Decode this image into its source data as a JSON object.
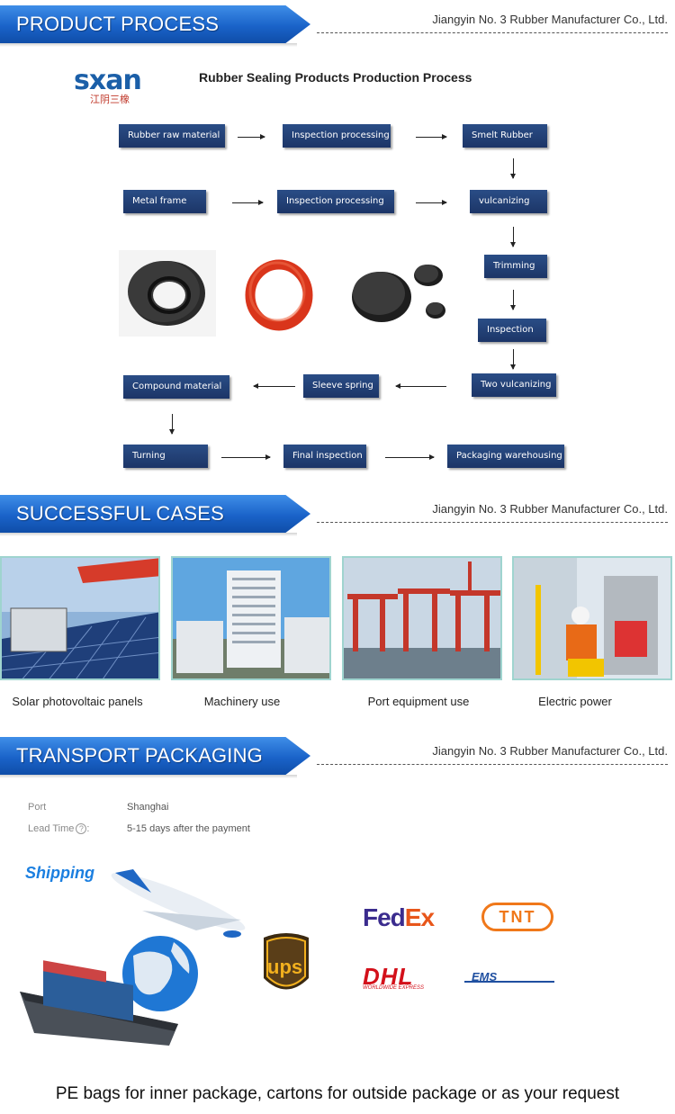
{
  "company": "Jiangyin No. 3 Rubber Manufacturer Co., Ltd.",
  "sections": {
    "process": "PRODUCT PROCESS",
    "cases": "SUCCESSFUL CASES",
    "transport": "TRANSPORT PACKAGING"
  },
  "logo": {
    "text": "sxan",
    "sub": "江阴三橡"
  },
  "process": {
    "title": "Rubber Sealing Products Production Process",
    "steps": {
      "raw": "Rubber raw material",
      "insp1": "Inspection processing",
      "smelt": "Smelt Rubber",
      "metal": "Metal frame",
      "insp2": "Inspection processing",
      "vulc": "vulcanizing",
      "trim": "Trimming",
      "insp3": "Inspection",
      "two": "Two vulcanizing",
      "sleeve": "Sleeve spring",
      "compound": "Compound material",
      "turning": "Turning",
      "final": "Final inspection",
      "pack": "Packaging warehousing"
    }
  },
  "cases": [
    {
      "caption": "Solar photovoltaic panels"
    },
    {
      "caption": "Machinery use"
    },
    {
      "caption": "Port equipment use"
    },
    {
      "caption": "Electric power"
    }
  ],
  "transport": {
    "port_label": "Port",
    "port_value": "Shanghai",
    "lead_label": "Lead Time",
    "lead_value": "5-15 days after the payment",
    "shipping_text": "Shipping",
    "carriers": {
      "fedex_a": "Fed",
      "fedex_b": "Ex",
      "tnt": "TNT",
      "ups": "ups",
      "dhl": "DHL",
      "dhl_sub": "WORLDWIDE EXPRESS",
      "ems": "EMS"
    }
  },
  "footer": "PE bags for inner package, cartons for outside package or as your request"
}
